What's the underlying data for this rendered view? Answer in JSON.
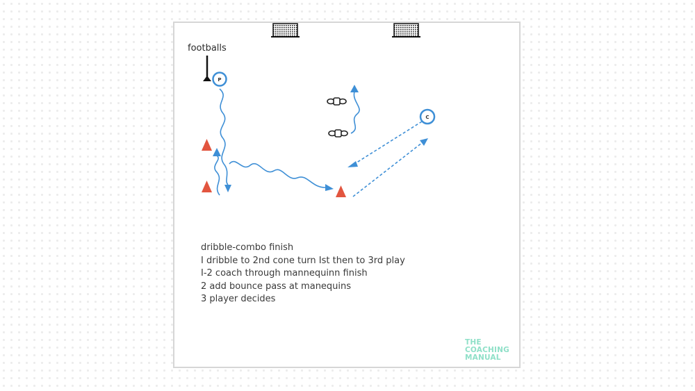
{
  "diagram": {
    "label_footballs": "footballs",
    "player_marker": "P",
    "coach_marker": "C",
    "notes": [
      "dribble-combo finish",
      "I dribble to 2nd cone turn Ist then to 3rd play",
      "I-2 coach through mannequinn finish",
      "2 add bounce pass at manequins",
      "3 player decides"
    ],
    "logo": {
      "line1": "THE",
      "line2": "COACHING",
      "line3": "MANUAL"
    },
    "colors": {
      "path": "#3e8fd6",
      "cone": "#e2553f",
      "marker_ring": "#3e8fd6",
      "logo": "#8fe0c8",
      "border": "#d6d6d6"
    },
    "icons": [
      "goal-net-icon",
      "cone-icon",
      "mannequin-icon",
      "pole-icon",
      "player-marker-icon",
      "coach-marker-icon"
    ]
  }
}
